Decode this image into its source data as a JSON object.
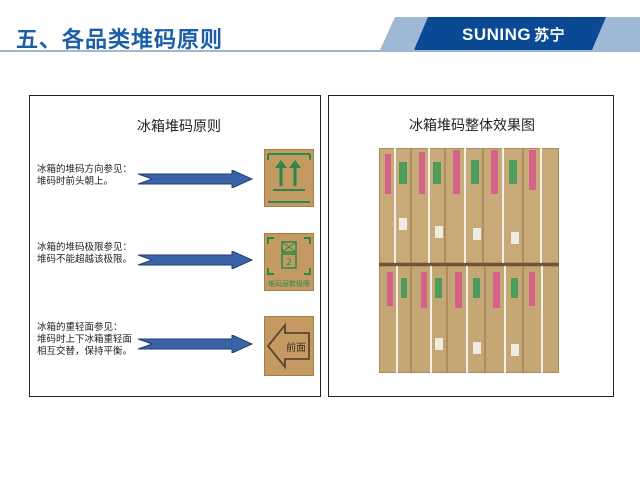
{
  "header": {
    "title": "五、各品类堆码原则",
    "brand": "SUNING",
    "brand_cn": "苏宁",
    "colors": {
      "title": "#1a5ea8",
      "band_dark": "#0a4a95",
      "band_light": "#9fb8d6"
    }
  },
  "left_panel": {
    "title": "冰箱堆码原则",
    "rules": [
      {
        "lines": [
          "冰箱的堆码方向参见：",
          "堆码时前头朝上。"
        ],
        "icon": "this-way-up-icon"
      },
      {
        "lines": [
          "冰箱的堆码极限参见：",
          "堆码不能超越该极限。"
        ],
        "icon": "stack-limit-icon",
        "icon_label": "堆码层数极限",
        "stack_number": "2"
      },
      {
        "lines": [
          "冰箱的重轻面参见：",
          "堆码时上下冰箱重轻面",
          "相互交替，保持平衡。"
        ],
        "icon": "front-arrow-icon",
        "icon_label": "前面"
      }
    ]
  },
  "right_panel": {
    "title": "冰箱堆码整体效果图"
  }
}
